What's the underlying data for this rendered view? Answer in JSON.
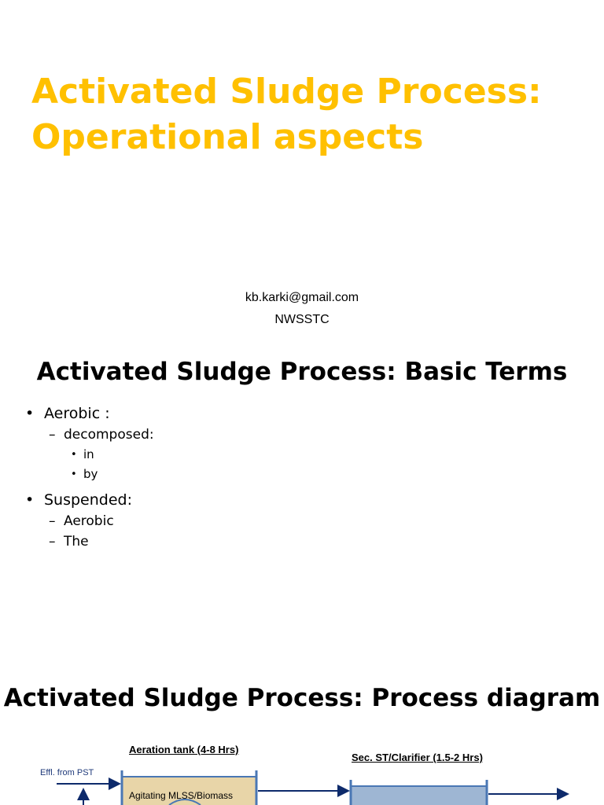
{
  "slide1": {
    "title_line1": "Activated Sludge Process:",
    "title_line2": "Operational aspects",
    "email": "kb.karki@gmail.com",
    "org": "NWSSTC"
  },
  "slide2": {
    "title": "Activated Sludge Process: Basic Terms",
    "b1": "Aerobic :",
    "b1_1": "decomposed:",
    "b1_1_1": "in",
    "b1_1_2": "by",
    "b2": "Suspended:",
    "b2_1": "Aerobic",
    "b2_2": "The"
  },
  "slide3": {
    "title": "Activated Sludge Process: Process diagram",
    "aeration_label": "Aeration tank (4-8 Hrs)",
    "clarifier_label": "Sec. ST/Clarifier  (1.5-2 Hrs)",
    "inflow_label": "Effl. from PST",
    "tank_text": "Agitating MLSS/Biomass"
  },
  "colors": {
    "title_yellow": "#ffc000",
    "pipe_navy": "#0d2a6b",
    "tank_border": "#4a77b4",
    "tank_fill": "#e8d5a8",
    "clarifier_fill": "#9eb6d3"
  }
}
